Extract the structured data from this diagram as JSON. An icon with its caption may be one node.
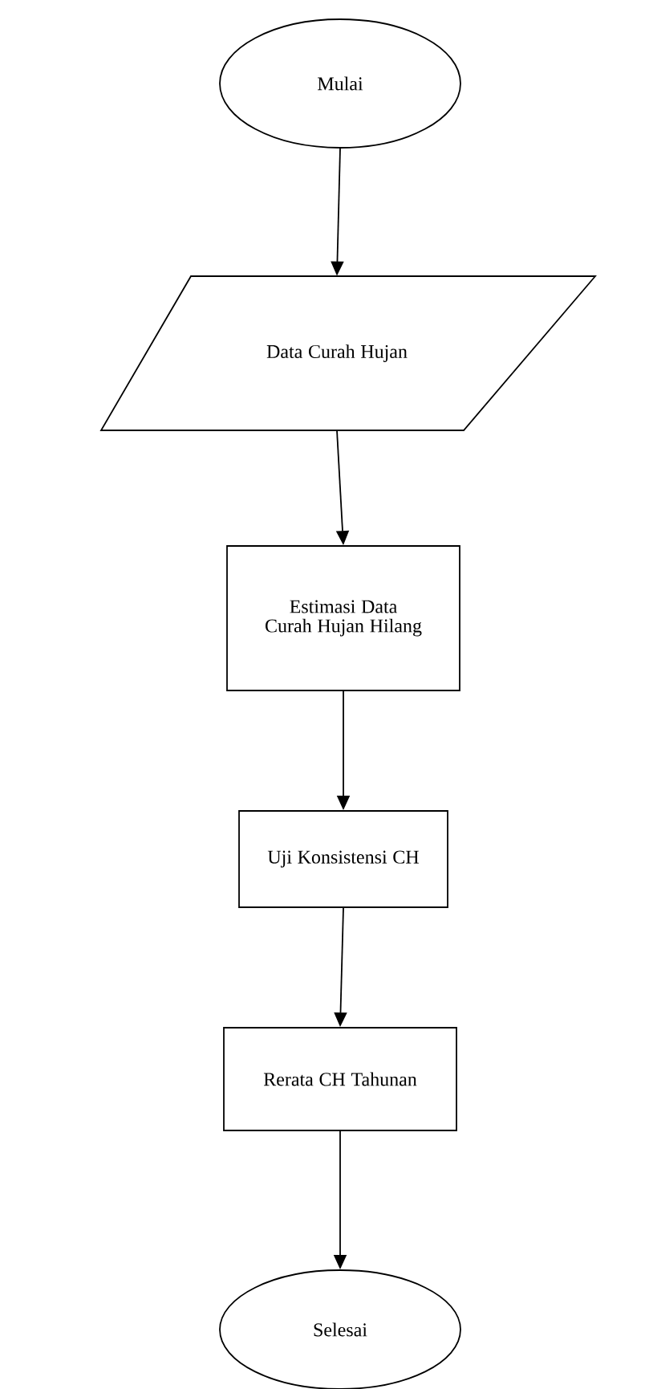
{
  "diagram": {
    "nodes": [
      {
        "text": [
          "Mulai"
        ]
      },
      {
        "text": [
          "Data Curah Hujan"
        ]
      },
      {
        "text": [
          "Estimasi Data Curah Hujan Hilang"
        ]
      },
      {
        "text": [
          "Uji Konsistensi CH"
        ]
      },
      {
        "text": [
          "Rerata CH Tahunan"
        ]
      },
      {
        "text": [
          "Selesai"
        ]
      }
    ],
    "edges": [
      {
        "from": 0,
        "to": 1,
        "arrow": "to"
      },
      {
        "from": 1,
        "to": 2,
        "arrow": "to"
      },
      {
        "from": 2,
        "to": 3,
        "arrow": "to"
      },
      {
        "from": 3,
        "to": 4,
        "arrow": "to"
      },
      {
        "from": 4,
        "to": 5,
        "arrow": "to"
      }
    ]
  }
}
